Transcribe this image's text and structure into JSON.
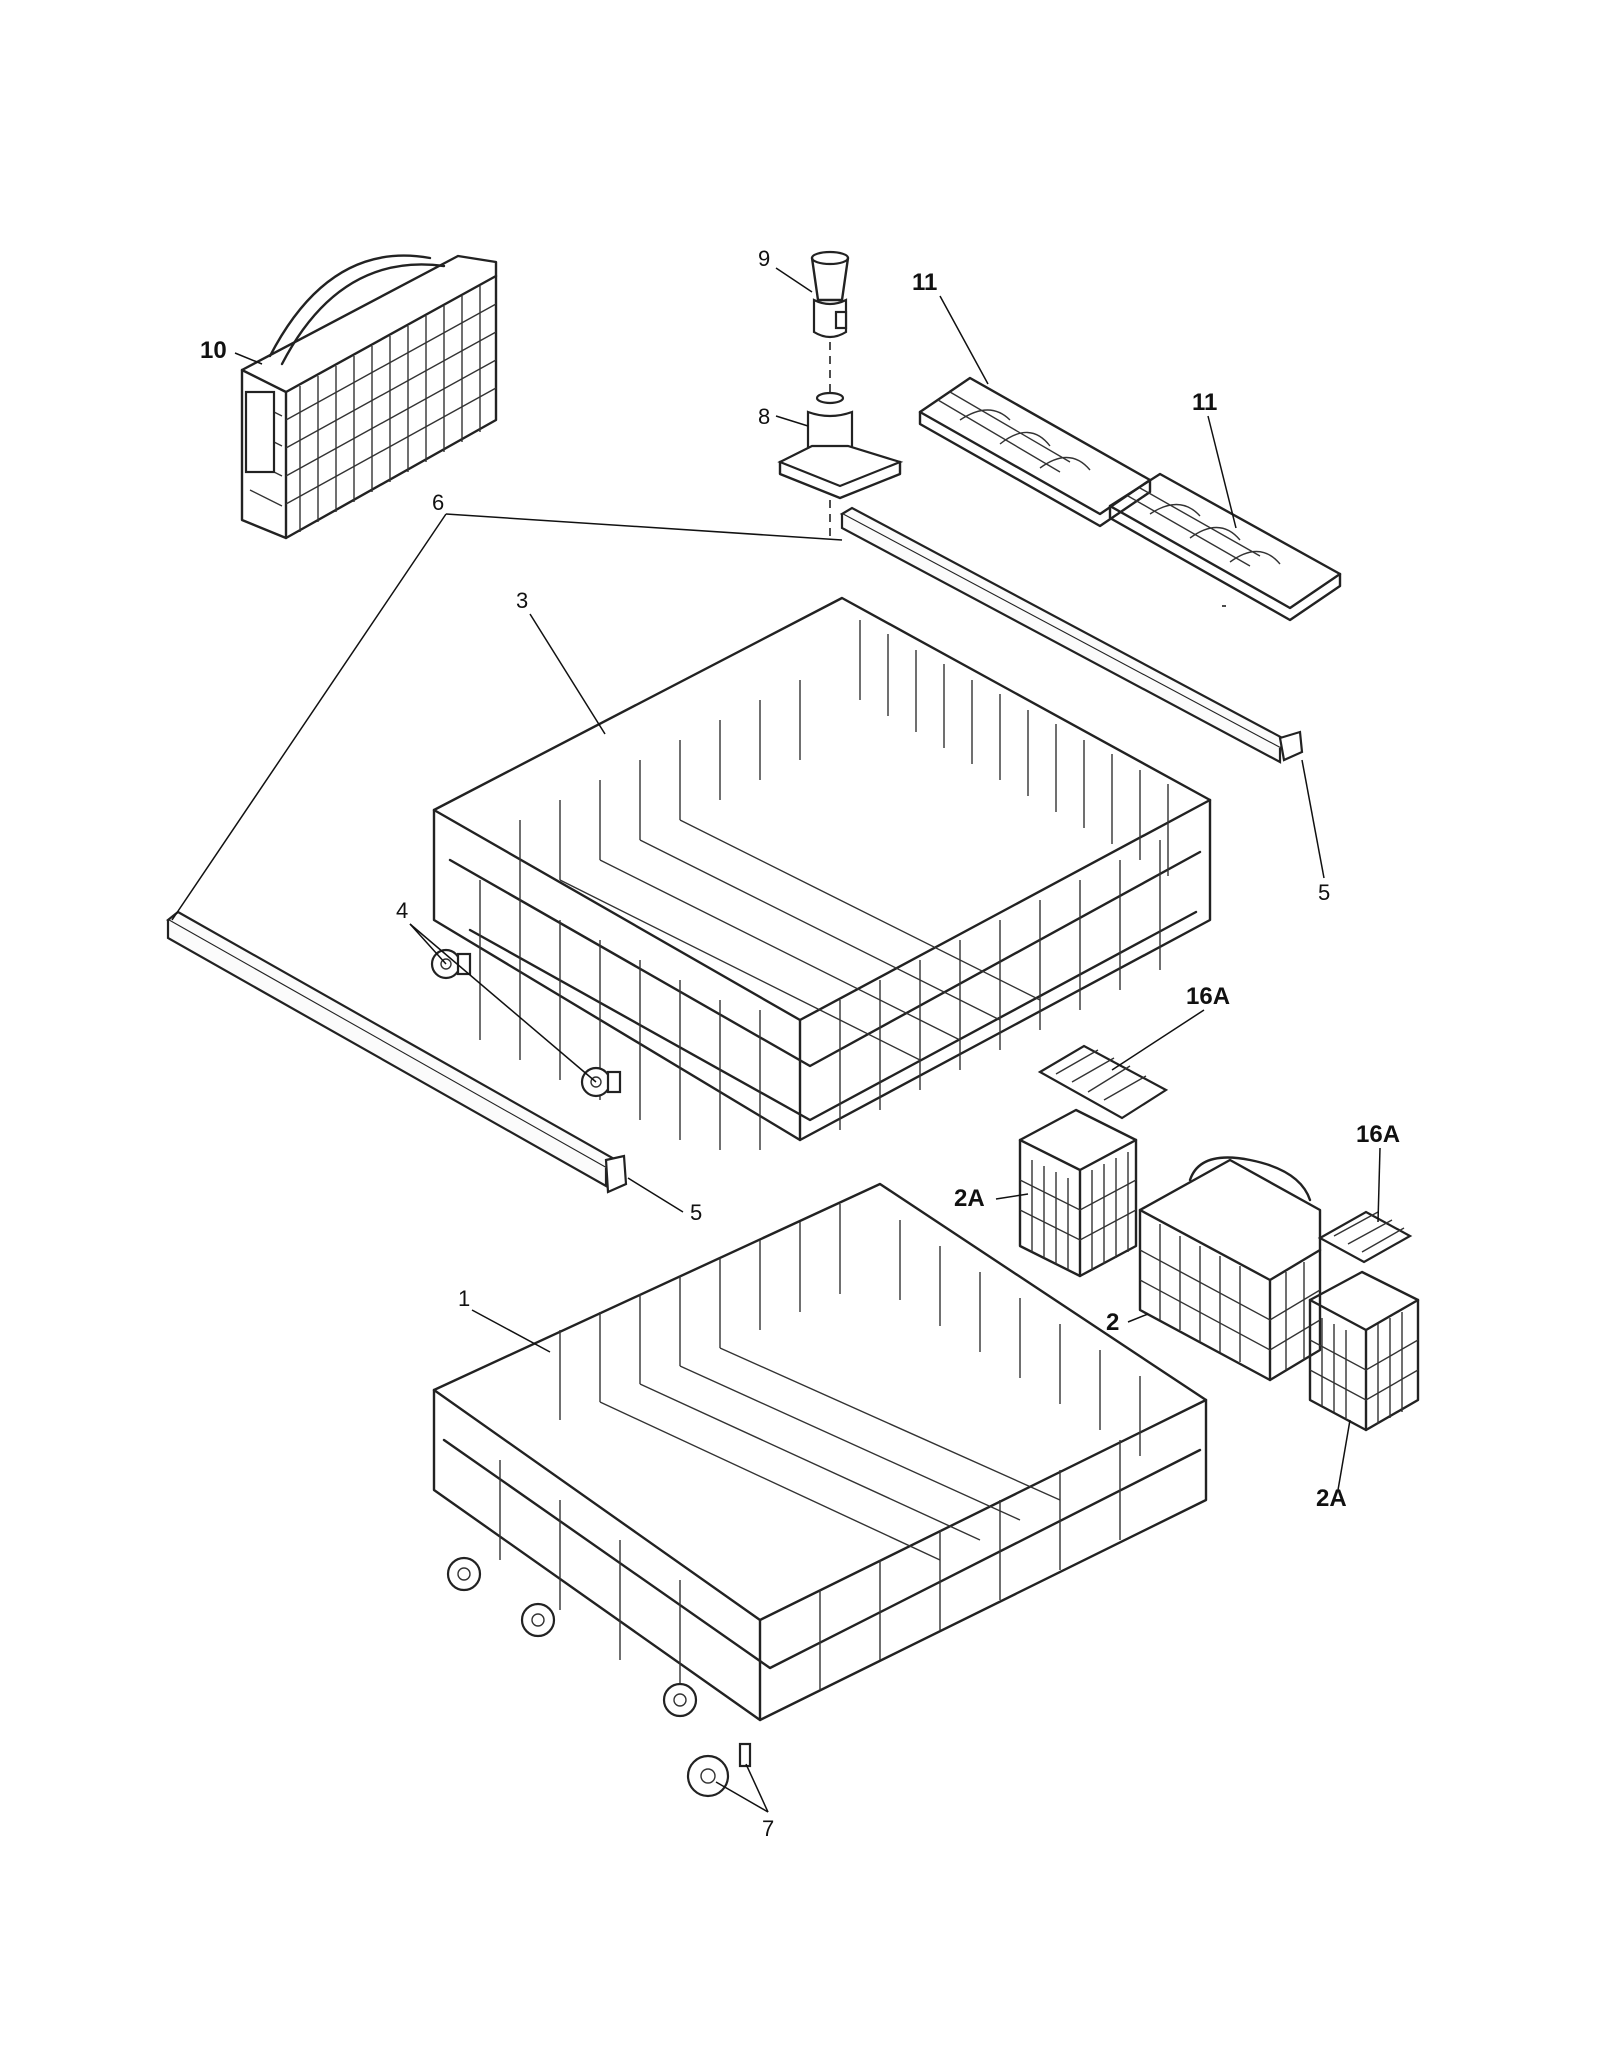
{
  "callouts": {
    "c1": "1",
    "c2": "2",
    "c2a_top": "2A",
    "c2a_bottom": "2A",
    "c3": "3",
    "c4": "4",
    "c5_right": "5",
    "c5_left": "5",
    "c6": "6",
    "c7": "7",
    "c8": "8",
    "c9": "9",
    "c10": "10",
    "c11_top": "11",
    "c11_bottom": "11",
    "c16a_top": "16A",
    "c16a_right": "16A"
  }
}
